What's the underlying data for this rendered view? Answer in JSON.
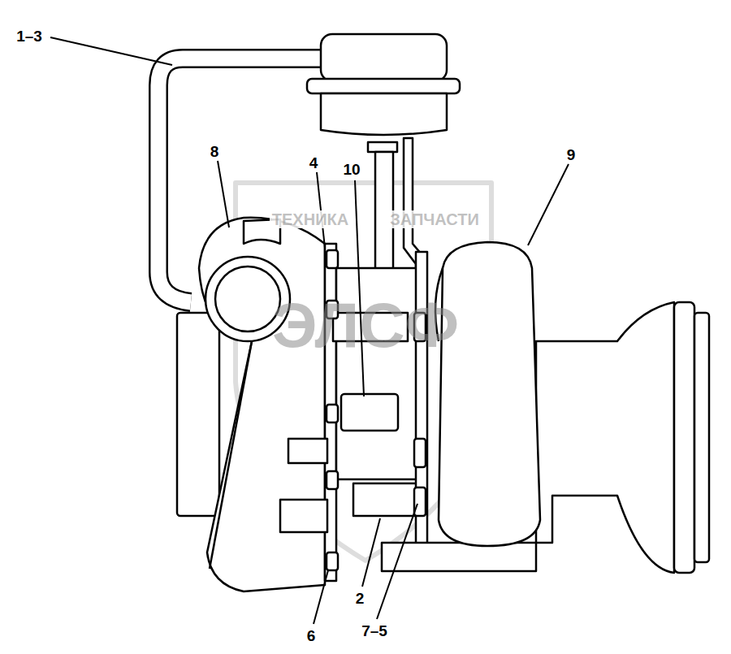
{
  "diagram": {
    "labels": [
      "1–3",
      "8",
      "4",
      "10",
      "9",
      "2",
      "6",
      "7–5",
      "ТЕХНИКА",
      "ЗАПЧАСТИ",
      "ЭЛСФ"
    ]
  }
}
